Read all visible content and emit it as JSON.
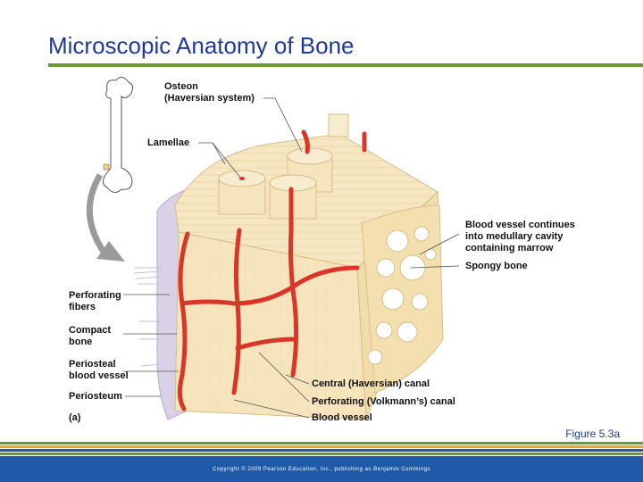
{
  "slide": {
    "title": "Microscopic Anatomy of Bone",
    "figure_number": "Figure 5.3a",
    "copyright": "Copyright © 2009 Pearson Education, Inc., publishing as Benjamin Cummings"
  },
  "labels": {
    "osteon": "Osteon",
    "haversian_system": "(Haversian system)",
    "lamellae": "Lamellae",
    "blood_vessel_line1": "Blood vessel continues",
    "blood_vessel_line2": "into medullary cavity",
    "blood_vessel_line3": "containing marrow",
    "spongy_bone": "Spongy bone",
    "perforating_fibers_1": "Perforating",
    "perforating_fibers_2": "fibers",
    "compact_bone_1": "Compact",
    "compact_bone_2": "bone",
    "periosteal_1": "Periosteal",
    "periosteal_2": "blood vessel",
    "periosteum": "Periosteum",
    "panel": "(a)",
    "central_canal": "Central (Haversian) canal",
    "perforating_canal": "Perforating (Volkmann’s) canal",
    "blood_vessel": "Blood vessel"
  },
  "colors": {
    "title": "#1f3a93",
    "rule": "#6b9a3a",
    "footer": "#1e5aa8",
    "bone": "#f3dfb3",
    "vessel": "#d9362a"
  }
}
